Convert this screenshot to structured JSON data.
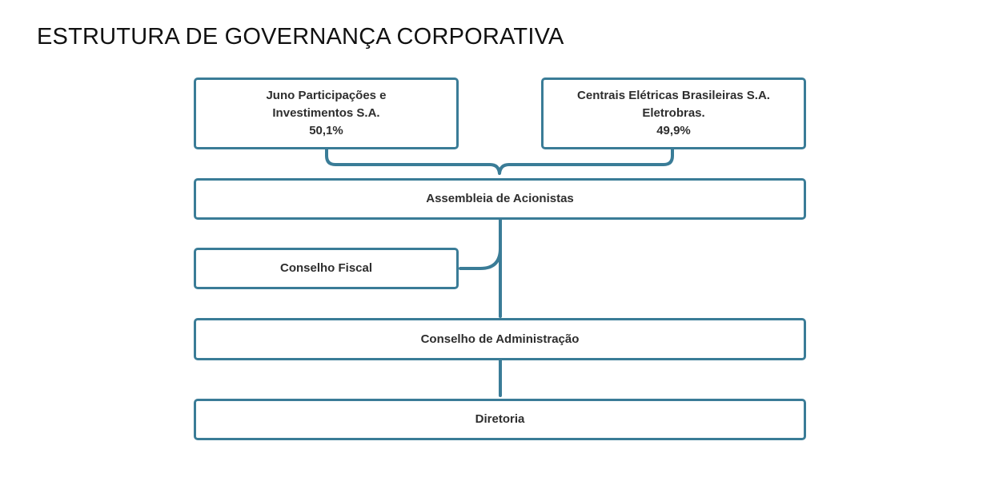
{
  "title": "ESTRUTURA DE GOVERNANÇA CORPORATIVA",
  "shareholders": [
    {
      "name_line1": "Juno Participações e",
      "name_line2": "Investimentos S.A.",
      "share": "50,1%"
    },
    {
      "name_line1": "Centrais Elétricas Brasileiras S.A.",
      "name_line2": "Eletrobras.",
      "share": "49,9%"
    }
  ],
  "bodies": {
    "assembly": "Assembleia de Acionistas",
    "fiscal_council": "Conselho Fiscal",
    "board": "Conselho de Administração",
    "executive_board": "Diretoria"
  },
  "colors": {
    "border": "#3a7c97",
    "connector": "#3a7c97",
    "text": "#2e2e2e"
  }
}
